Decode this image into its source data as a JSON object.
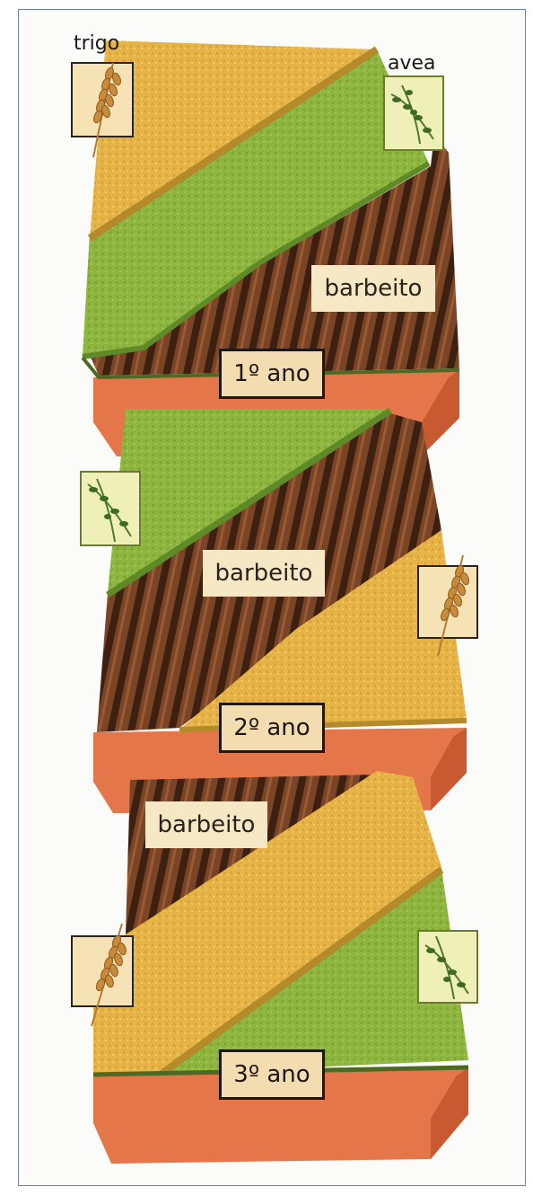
{
  "crops": {
    "wheat": "trigo",
    "oats": "avea",
    "fallow": "barbeito"
  },
  "years": {
    "year1": "1º ano",
    "year2": "2º ano",
    "year3": "3º ano"
  },
  "colors": {
    "wheat": "#e8b545",
    "oats": "#8fb53f",
    "fallow": "#6b3a20",
    "soil": "#e4764a",
    "label_bg": "#f6e8c4"
  },
  "icons": {
    "wheat": "wheat-ear-icon",
    "oats": "oat-plant-icon"
  }
}
